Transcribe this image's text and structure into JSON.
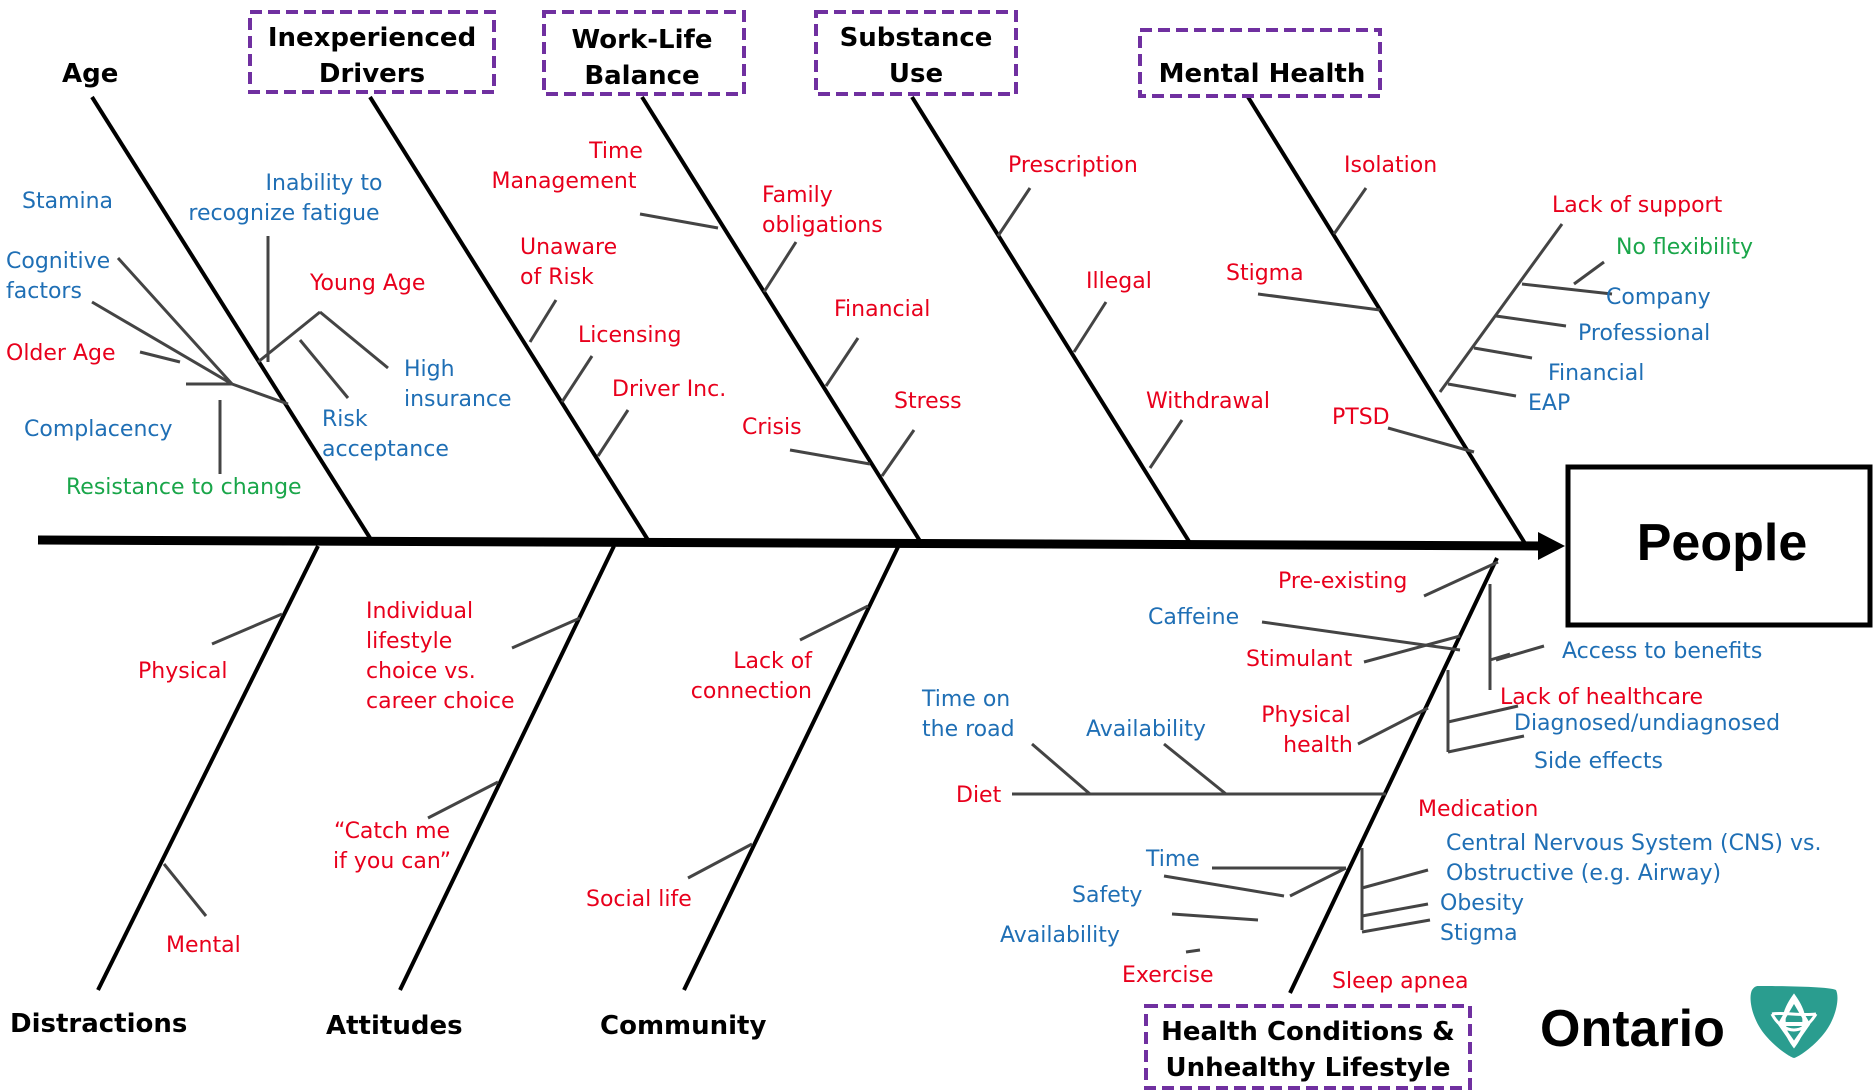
{
  "colors": {
    "red": "#e8001c",
    "blue": "#1f6fb5",
    "green": "#1aa64a",
    "purple": "#7030a0",
    "teal": "#2a9d8f",
    "black": "#000000"
  },
  "effect": "People",
  "brand": "Ontario",
  "categories": {
    "age": "Age",
    "inexperienced": [
      "Inexperienced",
      "Drivers"
    ],
    "worklife": [
      "Work-Life",
      "Balance"
    ],
    "substance": [
      "Substance",
      "Use"
    ],
    "mental": "Mental Health",
    "distractions": "Distractions",
    "attitudes": "Attitudes",
    "community": "Community",
    "health": [
      "Health Conditions &",
      "Unhealthy Lifestyle"
    ]
  },
  "causes": {
    "stamina": "Stamina",
    "cognitive": [
      "Cognitive",
      "factors"
    ],
    "older_age": "Older Age",
    "complacency": "Complacency",
    "resistance": "Resistance to change",
    "inability": [
      "Inability to",
      "recognize fatigue"
    ],
    "young_age": "Young Age",
    "high_insurance": [
      "High",
      "insurance"
    ],
    "risk_acceptance": [
      "Risk",
      "acceptance"
    ],
    "unaware": [
      "Unaware",
      "of Risk"
    ],
    "licensing": "Licensing",
    "driver_inc": "Driver Inc.",
    "time_mgmt": [
      "Time",
      "Management"
    ],
    "family": [
      "Family",
      "obligations"
    ],
    "financial_wl": "Financial",
    "crisis": "Crisis",
    "stress": "Stress",
    "prescription": "Prescription",
    "illegal": "Illegal",
    "withdrawal": "Withdrawal",
    "isolation": "Isolation",
    "stigma_mh": "Stigma",
    "ptsd": "PTSD",
    "lack_support": "Lack of support",
    "no_flex": "No flexibility",
    "company": "Company",
    "professional": "Professional",
    "financial_mh": "Financial",
    "eap": "EAP",
    "physical": "Physical",
    "mental": "Mental",
    "individual": [
      "Individual",
      "lifestyle",
      "choice vs.",
      "career choice"
    ],
    "catch_me": [
      "“Catch me",
      "if you can”"
    ],
    "lack_conn": [
      "Lack of",
      "connection"
    ],
    "social_life": "Social life",
    "pre_existing": "Pre-existing",
    "caffeine": "Caffeine",
    "stimulant": "Stimulant",
    "access_benefits": "Access to benefits",
    "lack_healthcare": "Lack of healthcare",
    "time_road": [
      "Time on",
      "the road"
    ],
    "availability_1": "Availability",
    "diet": "Diet",
    "physical_health": [
      "Physical",
      "health"
    ],
    "diagnosed": "Diagnosed/undiagnosed",
    "side_effects": "Side effects",
    "medication": "Medication",
    "cns": [
      "Central Nervous System (CNS) vs.",
      "Obstructive (e.g. Airway)"
    ],
    "time_ex": "Time",
    "safety": "Safety",
    "availability_2": "Availability",
    "obesity": "Obesity",
    "stigma_sa": "Stigma",
    "exercise": "Exercise",
    "sleep_apnea": "Sleep apnea"
  }
}
